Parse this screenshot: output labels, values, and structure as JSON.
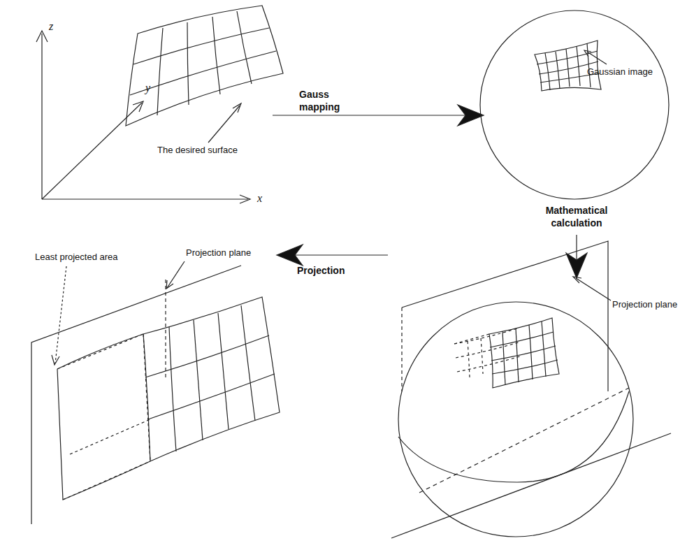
{
  "diagram": {
    "labels": [
      "z",
      "y",
      "x",
      "The desired surface",
      "Gauss mapping",
      "Gaussian image",
      "Mathematical calculation",
      "Least projected area",
      "Projection plane",
      "Projection",
      "Projection plane"
    ]
  }
}
